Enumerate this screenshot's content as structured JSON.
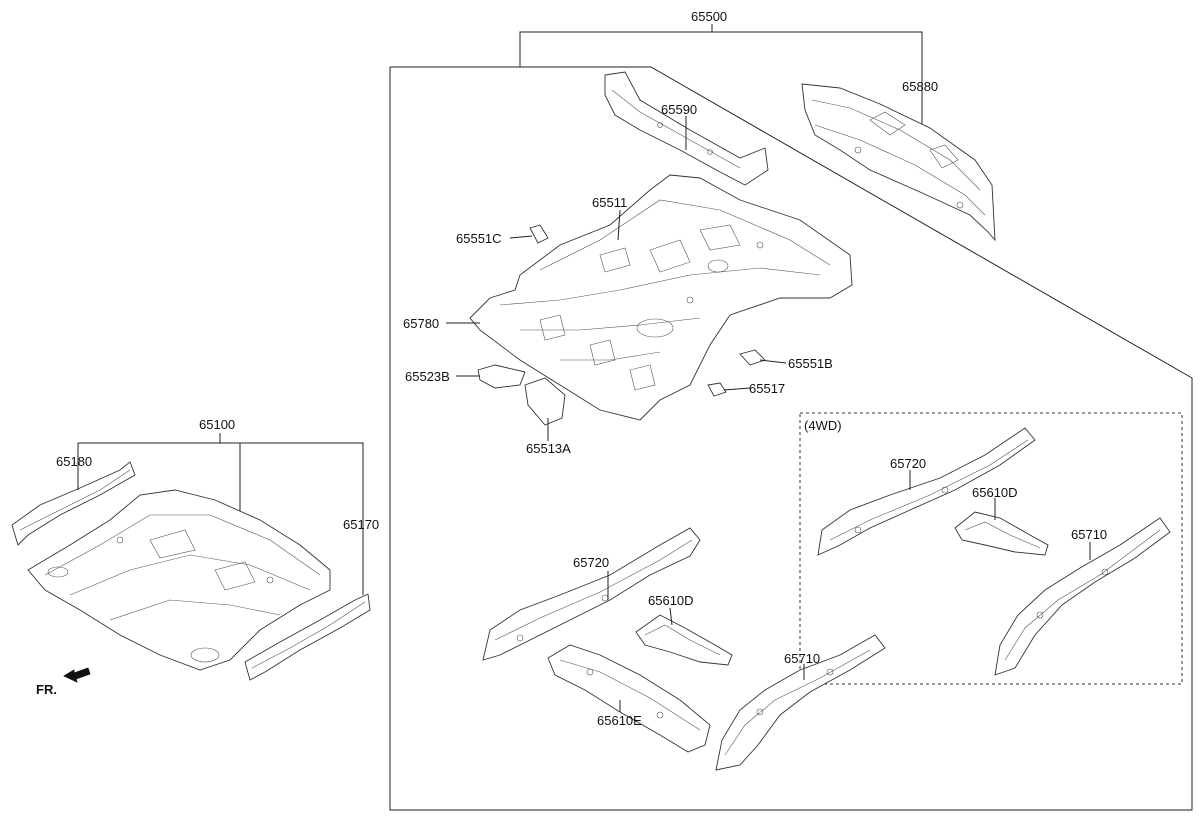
{
  "labels": {
    "p65500": "65500",
    "p65880": "65880",
    "p65590": "65590",
    "p65511": "65511",
    "p65551C": "65551C",
    "p65780": "65780",
    "p65551B": "65551B",
    "p65523B": "65523B",
    "p65517": "65517",
    "p65513A": "65513A",
    "p65100": "65100",
    "p65180": "65180",
    "p65170": "65170",
    "p65720": "65720",
    "p65610D": "65610D",
    "p65610E": "65610E",
    "p65710": "65710",
    "wd4": "(4WD)",
    "wd4_65720": "65720",
    "wd4_65610D": "65610D",
    "wd4_65710": "65710"
  },
  "direction": {
    "front": "FR."
  },
  "icons": {
    "front_arrow": "arrow-left-icon"
  }
}
